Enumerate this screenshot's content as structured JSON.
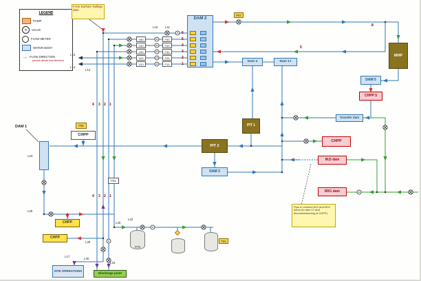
{
  "legend": {
    "title": "LEGEND",
    "items": [
      {
        "label": "PUMP"
      },
      {
        "label": "VALVE"
      },
      {
        "label": "FLOW METER"
      },
      {
        "label": "WATER BODY"
      },
      {
        "label": "FLOW DIRECTION",
        "note": "(arrows denote flow direction)"
      }
    ]
  },
  "notes": {
    "from_durham": "From Durham Tailings dam",
    "pipe_note": "Pipe to connect M.D and MX1 dams (to dam 17 and decommissioning of CHPP)"
  },
  "nodes": {
    "dam1": "DAM 1",
    "dam2": "DAM 2",
    "dam3": "DAM 3",
    "dam4": "Dam 4",
    "dam5": "DAM 5",
    "dam17": "Dam 17",
    "mhp": "MHP",
    "pit1": "PIT 1",
    "pit2": "PIT 2",
    "chpp_plant": "CHPP",
    "chpp5": "CHPP 5",
    "chpp_right": "CHPP",
    "chpp_b1": "CHPP",
    "chpp_b2": "CHPP",
    "transfer_dam": "Transfer dam",
    "md_dam": "M.D dam",
    "mx1_dam": "MX1 dam",
    "site_operations": "SITE OPERATIONS",
    "discharge_point": "Discharge point",
    "ste_tank": "STE"
  },
  "dam2_ports": [
    "6",
    "5",
    "4",
    "3",
    "2",
    "1"
  ],
  "valve_tags": [
    "V50",
    "V40",
    "V30",
    "V20",
    "V10"
  ],
  "meter_tags": [
    "F50",
    "F40",
    "F30",
    "F20",
    "F10"
  ],
  "line_numbers": {
    "n5": "5",
    "n8": "8",
    "c1": "4",
    "c2": "3",
    "c3": "2",
    "c4": "1"
  },
  "point_labels": {
    "l10": "L10",
    "l11": "L11",
    "l12": "L12",
    "l13": "L13",
    "l14": "L14",
    "l17": "L17",
    "l20": "L20",
    "l22": "L22",
    "l23": "L23",
    "l25": "L25",
    "l26": "L26",
    "l30": "L30",
    "l34": "L34"
  },
  "tags": {
    "f01": "F01",
    "f06": "F06",
    "p07": "P07",
    "t01": "T01"
  }
}
